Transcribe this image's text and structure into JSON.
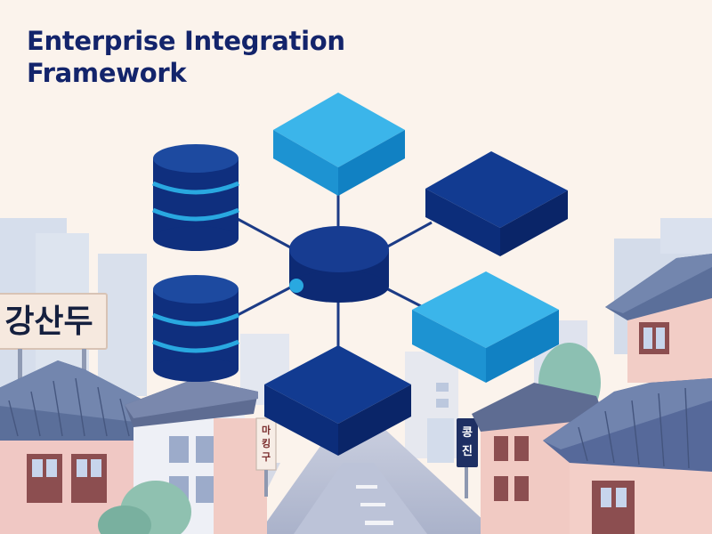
{
  "title": {
    "line1": "Enterprise Integration",
    "line2": "Framework"
  },
  "signs": {
    "left_big": "강산두",
    "small_center": [
      "마",
      "킹",
      "구"
    ],
    "right_small": [
      "콩",
      "진"
    ]
  },
  "colors": {
    "background": "#fbf3ec",
    "title": "#13246b",
    "dark_navy": "#0f2f7e",
    "bright_blue": "#1fa2de",
    "connector": "#1c3b86",
    "accent_dot": "#29a8e0"
  },
  "icons": {
    "hub": "central-hub-icon",
    "database": "database-stack-icon",
    "module": "isometric-module-icon"
  }
}
